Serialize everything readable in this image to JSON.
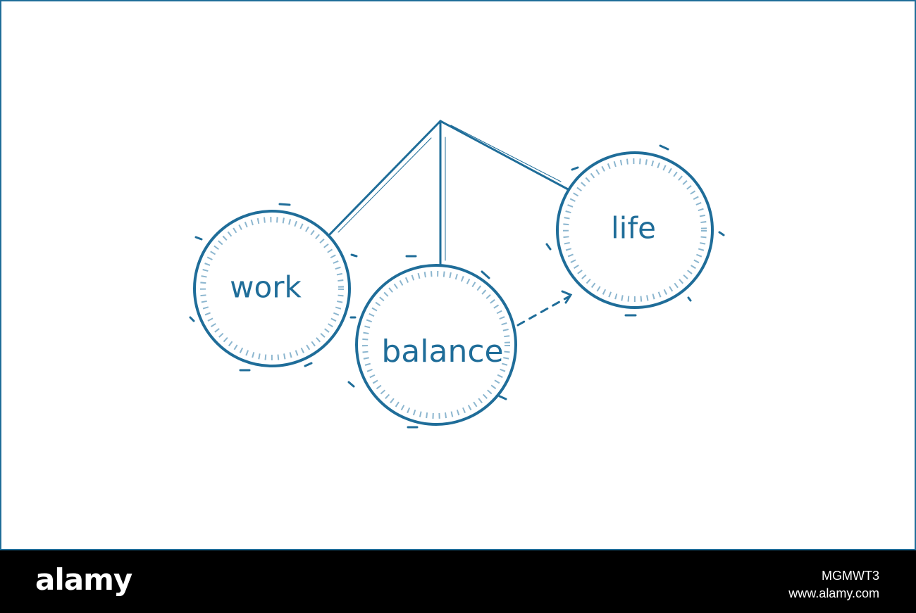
{
  "diagram": {
    "nodes": {
      "work": {
        "label": "work"
      },
      "balance": {
        "label": "balance"
      },
      "life": {
        "label": "life"
      }
    },
    "colors": {
      "ink": "#1f6d99",
      "hatch": "#4f8fb5",
      "background": "#ffffff"
    }
  },
  "footer": {
    "logo": "alamy",
    "image_id": "MGMWT3",
    "url": "www.alamy.com"
  }
}
